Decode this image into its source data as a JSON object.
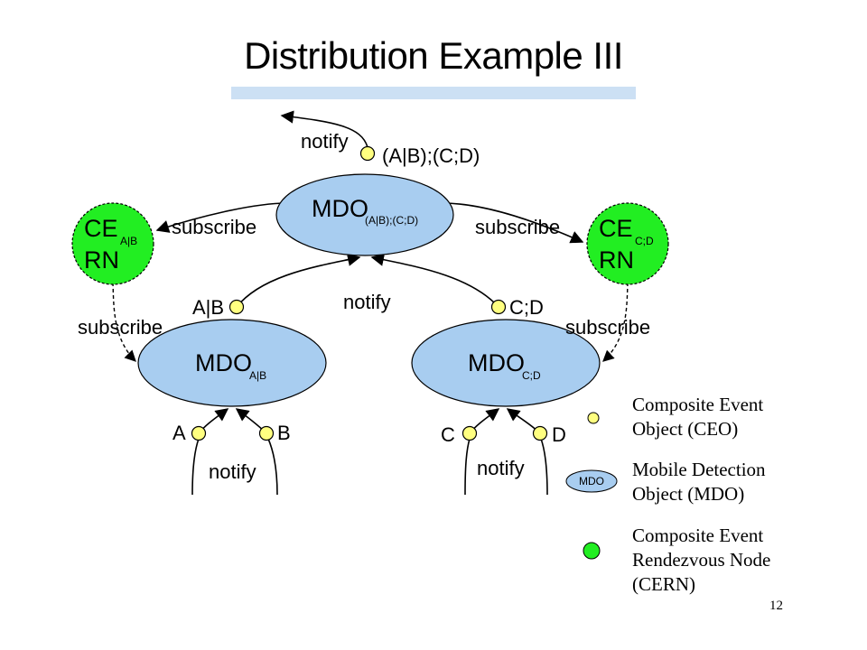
{
  "title": "Distribution Example III",
  "page_number": "12",
  "nodes": {
    "top_mdo": {
      "main": "MDO",
      "sub": "(A|B);(C;D)"
    },
    "left_mdo": {
      "main": "MDO",
      "sub": "A|B"
    },
    "right_mdo": {
      "main": "MDO",
      "sub": "C;D"
    },
    "left_cern": {
      "main": "CE",
      "sub": "A|B",
      "line2": "RN"
    },
    "right_cern": {
      "main": "CE",
      "sub": "C;D",
      "line2": "RN"
    }
  },
  "events": {
    "top": "(A|B);(C;D)",
    "ab": "A|B",
    "cd": "C;D",
    "a": "A",
    "b": "B",
    "c": "C",
    "d": "D"
  },
  "labels": {
    "notify_top": "notify",
    "notify_mid": "notify",
    "notify_left": "notify",
    "notify_right": "notify",
    "subscribe_top_left": "subscribe",
    "subscribe_top_right": "subscribe",
    "subscribe_left": "subscribe",
    "subscribe_right": "subscribe"
  },
  "legend": {
    "ceo_line1": "Composite Event",
    "ceo_line2": "Object (CEO)",
    "mdo_icon": "MDO",
    "mdo_line1": "Mobile Detection",
    "mdo_line2": "Object (MDO)",
    "cern_line1": "Composite Event",
    "cern_line2": "Rendezvous Node",
    "cern_line3": "(CERN)"
  },
  "colors": {
    "mdo_fill": "#a8cdf0",
    "cern_fill": "#22ee22",
    "ceo_fill": "#ffff80",
    "title_bar": "#cce0f4"
  }
}
